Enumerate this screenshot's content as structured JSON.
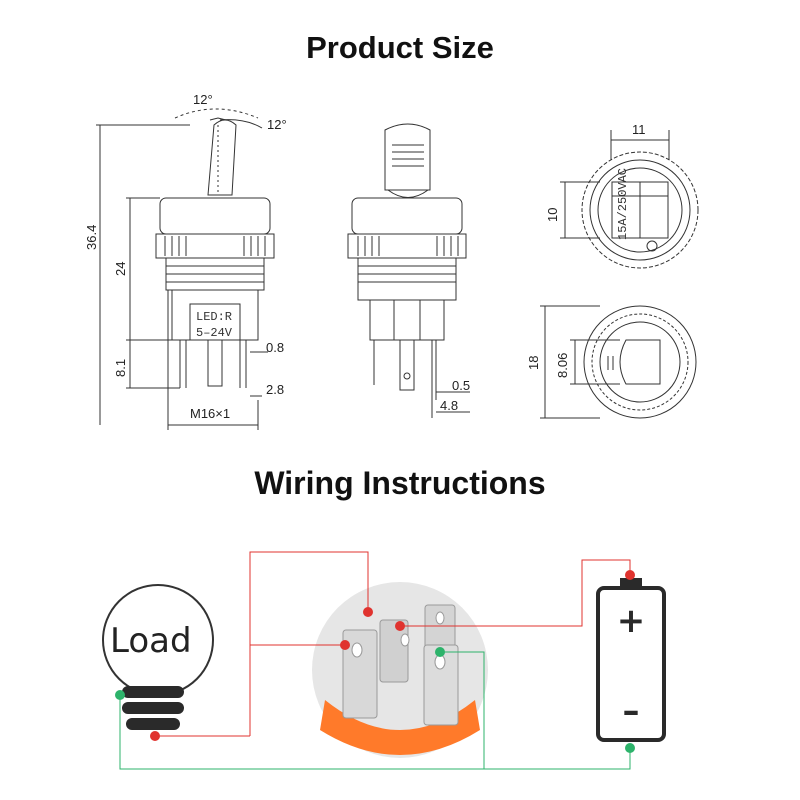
{
  "headings": {
    "product_size": "Product Size",
    "wiring": "Wiring Instructions"
  },
  "dimensions": {
    "angle_left": "12°",
    "angle_right": "12°",
    "total_height": "36.4",
    "body_height": "24",
    "pin_height": "8.1",
    "pin_thickness": "0.8",
    "pin_spacing": "2.8",
    "thread": "M16×1",
    "tab_thickness": "0.5",
    "tab_width": "4.8",
    "top_width": "11",
    "top_height": "10",
    "bottom_outer": "18",
    "bottom_inner": "8.06"
  },
  "switch_labels": {
    "led_line1": "LED:R",
    "led_line2": "5–24V",
    "rating": "15A/250VAC"
  },
  "wiring": {
    "load_label": "Load",
    "battery_plus": "+",
    "battery_minus": "–",
    "colors": {
      "positive_wire": "#e0332f",
      "ground_wire": "#2db36b",
      "switch_base": "#ff7a2a"
    }
  }
}
